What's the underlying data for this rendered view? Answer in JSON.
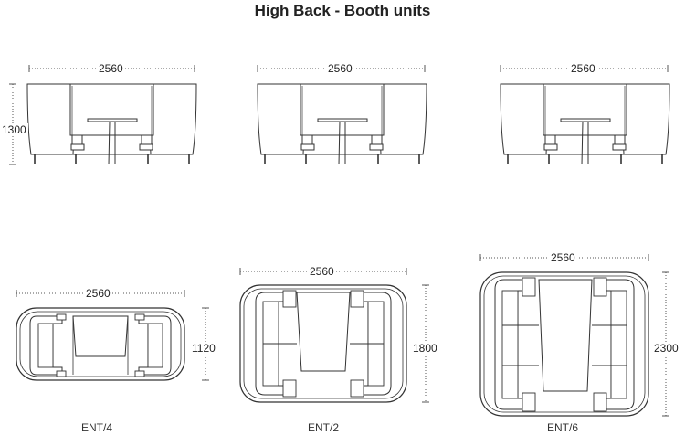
{
  "title": "High Back - Booth units",
  "elevation_views": [
    {
      "width": "2560",
      "height": "1300"
    },
    {
      "width": "2560"
    },
    {
      "width": "2560"
    }
  ],
  "plan_views": [
    {
      "code": "ENT/4",
      "width": "2560",
      "depth": "1120"
    },
    {
      "code": "ENT/2",
      "width": "2560",
      "depth": "1800"
    },
    {
      "code": "ENT/6",
      "width": "2560",
      "depth": "2300"
    }
  ],
  "colors": {
    "line": "#333333",
    "dimension": "#555555",
    "fill": "#ffffff"
  }
}
